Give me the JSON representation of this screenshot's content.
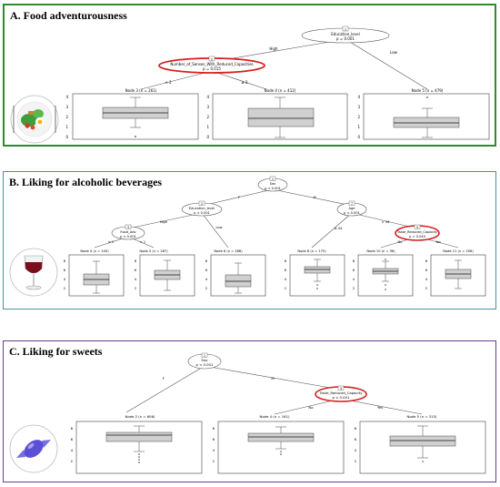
{
  "panels": [
    {
      "title": "A. Food adventurousness",
      "border_color": "#2e8b2e",
      "nodes": [
        {
          "id": "1",
          "var": "Education_level",
          "p": "p = 0.001",
          "highlight": false
        },
        {
          "id": "2",
          "var": "Number_of_Senses_With_Reduced_Capacities",
          "p": "p = 0.015",
          "highlight": true
        }
      ],
      "edges": [
        "High",
        "Low",
        "< 2",
        "≥ 2"
      ],
      "terminals": [
        {
          "label": "Node 3 (n = 261)",
          "ticks": [
            "4",
            "3",
            "2",
            "1",
            "0"
          ]
        },
        {
          "label": "Node 4 (n = 412)",
          "ticks": [
            "4",
            "3",
            "2",
            "1",
            "0"
          ]
        },
        {
          "label": "Node 5 (n = 479)",
          "ticks": [
            "4",
            "3",
            "2",
            "1",
            "0"
          ]
        }
      ]
    },
    {
      "title": "B. Liking for alcoholic beverages",
      "border_color": "#4a90a4",
      "nodes": [
        {
          "id": "1",
          "var": "Sex",
          "p": "p < 0.001",
          "highlight": false
        },
        {
          "id": "2",
          "var": "Education_level",
          "p": "p < 0.001",
          "highlight": false
        },
        {
          "id": "3",
          "var": "Food_Adv",
          "p": "p < 0.001",
          "highlight": false
        },
        {
          "id": "7",
          "var": "Age",
          "p": "p < 0.001",
          "highlight": false
        },
        {
          "id": "9",
          "var": "Taste_Reduced_Capacity",
          "p": "p = 0.043",
          "highlight": true
        }
      ],
      "edges": [
        "F",
        "M",
        "High",
        "Low",
        "≤ 1",
        "> 1",
        "≤ 44",
        "> 44",
        "No",
        "Yes"
      ],
      "terminals": [
        {
          "label": "Node 4 (n = 100)",
          "ticks": [
            "8",
            "6",
            "4",
            "2"
          ]
        },
        {
          "label": "Node 5 (n = 287)",
          "ticks": [
            "8",
            "6",
            "4",
            "2"
          ]
        },
        {
          "label": "Node 6 (n = 288)",
          "ticks": [
            "8",
            "6",
            "4",
            "2"
          ]
        },
        {
          "label": "Node 8 (n = 175)",
          "ticks": [
            "8",
            "6",
            "4",
            "2"
          ]
        },
        {
          "label": "Node 10 (n = 96)",
          "ticks": [
            "8",
            "6",
            "4",
            "2"
          ]
        },
        {
          "label": "Node 11 (n = 206)",
          "ticks": [
            "8",
            "6",
            "4",
            "2"
          ]
        }
      ]
    },
    {
      "title": "C. Liking for sweets",
      "border_color": "#6a3d8f",
      "nodes": [
        {
          "id": "1",
          "var": "Sex",
          "p": "p < 0.001",
          "highlight": false
        },
        {
          "id": "3",
          "var": "Taste_Reduced_Capacity",
          "p": "p < 0.001",
          "highlight": true
        }
      ],
      "edges": [
        "F",
        "M",
        "No",
        "Yes"
      ],
      "terminals": [
        {
          "label": "Node 2 (n = 606)",
          "ticks": [
            "8",
            "6",
            "4",
            "2"
          ]
        },
        {
          "label": "Node 4 (n = 161)",
          "ticks": [
            "8",
            "6",
            "4",
            "2"
          ]
        },
        {
          "label": "Node 5 (n = 315)",
          "ticks": [
            "8",
            "6",
            "4",
            "2"
          ]
        }
      ]
    }
  ],
  "icons": [
    "salad-plate-icon",
    "red-wine-glass-icon",
    "wrapped-candy-icon"
  ]
}
